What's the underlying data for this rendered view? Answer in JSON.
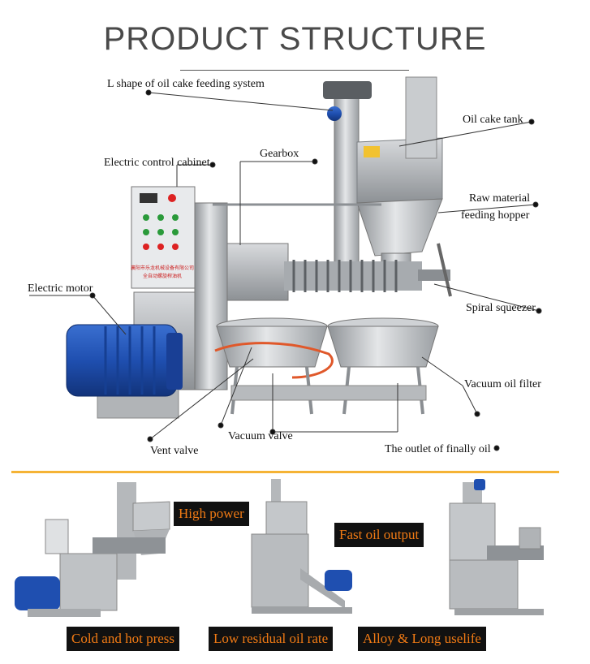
{
  "title": "PRODUCT STRUCTURE",
  "labels": {
    "l_shape": "L shape of oil cake feeding system",
    "oil_cake_tank": "Oil cake tank",
    "electric_control_cabinet": "Electric control cabinet",
    "gearbox": "Gearbox",
    "raw_material_1": "Raw material",
    "raw_material_2": "feeding hopper",
    "electric_motor": "Electric motor",
    "spiral_squeezer": "Spiral squeezer",
    "vacuum_oil_filter": "Vacuum oil filter",
    "vacuum_valve": "Vacuum valve",
    "vent_valve": "Vent valve",
    "outlet": "The outlet of finally oil"
  },
  "cabinet_text": {
    "line1": "襄阳市乐龙机械设备有限公司",
    "line2": "全自动螺旋榨油机"
  },
  "features": {
    "high_power": "High power",
    "fast_oil_output": "Fast oil output",
    "cold_hot_press": "Cold and hot press",
    "low_residual": "Low residual oil rate",
    "alloy": "Alloy & Long uselife"
  },
  "colors": {
    "accent_line": "#f5b335",
    "badge_text": "#f07a14",
    "badge_bg": "#111111",
    "motor_blue": "#1f4fb0",
    "steel": "#b9bcc0"
  }
}
